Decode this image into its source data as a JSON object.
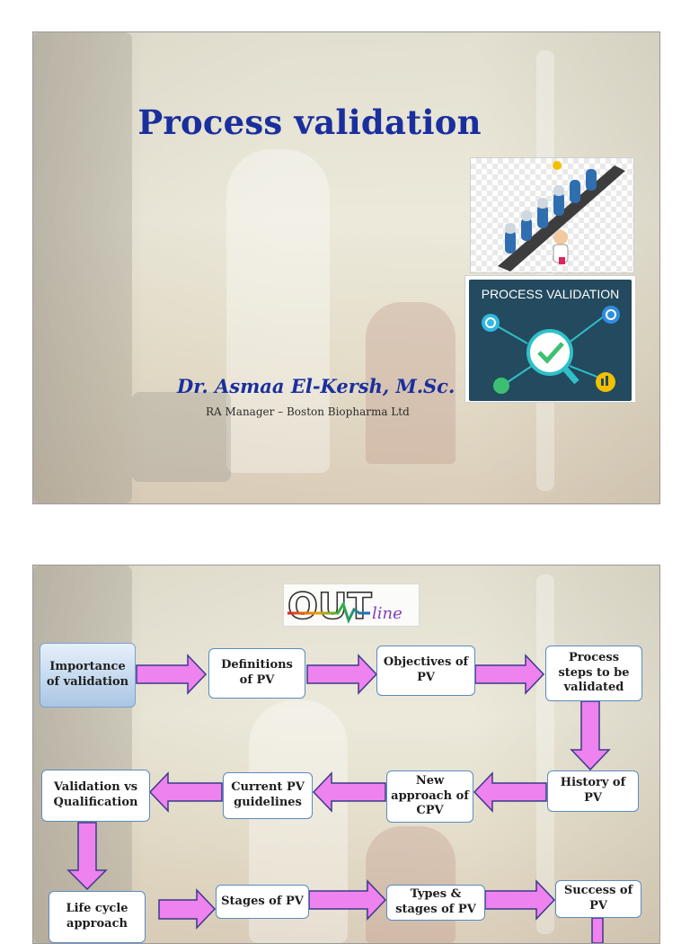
{
  "slide1": {
    "title": "Process validation",
    "author": "Dr. Asmaa El-Kersh, M.Sc.",
    "role": "RA Manager – Boston Biopharma Ltd",
    "image_banner_text": "PROCESS VALIDATION"
  },
  "slide2": {
    "logo_text": "OUT",
    "logo_subtext": "line",
    "nodes": [
      "Importance of validation",
      "Definitions of PV",
      "Objectives of PV",
      "Process steps to be validated",
      "History of PV",
      "New approach of CPV",
      "Current PV guidelines",
      "Validation vs Qualification",
      "Life cycle approach",
      "Stages of PV",
      "Types & stages of PV",
      "Success of PV"
    ]
  },
  "colors": {
    "title_blue": "#1a2f9e",
    "arrow_pink": "#ee82ee",
    "box_border": "#5b8bbf"
  }
}
